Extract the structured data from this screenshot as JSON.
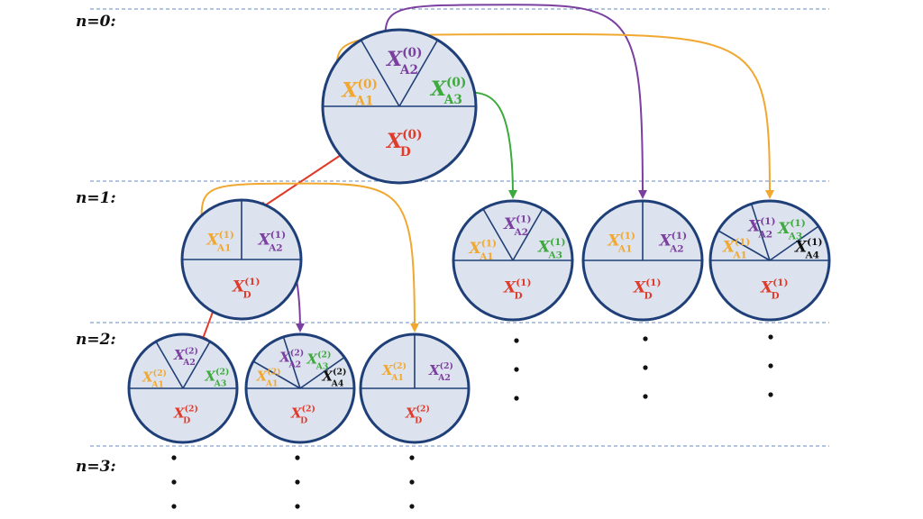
{
  "levels": [
    {
      "label": "n=0:"
    },
    {
      "label": "n=1:"
    },
    {
      "label": "n=2:"
    },
    {
      "label": "n=3:"
    }
  ],
  "colors": {
    "A1": "#f0a830",
    "A2": "#7b3fa0",
    "A3": "#3caa3c",
    "A4": "#111111",
    "D": "#e03a2a",
    "node_border": "#1f3f78",
    "node_fill": "#dde3ee",
    "level_line": "#6a8bc4"
  },
  "nodes": [
    {
      "id": "n0_root",
      "sectors": [
        {
          "base": "X",
          "sub": "A1",
          "sup": "(0)",
          "color": "A1"
        },
        {
          "base": "X",
          "sub": "A2",
          "sup": "(0)",
          "color": "A2"
        },
        {
          "base": "X",
          "sub": "A3",
          "sup": "(0)",
          "color": "A3"
        },
        {
          "base": "X",
          "sub": "D",
          "sup": "(0)",
          "color": "D"
        }
      ]
    },
    {
      "id": "n1_a",
      "sectors": [
        {
          "base": "X",
          "sub": "A1",
          "sup": "(1)",
          "color": "A1"
        },
        {
          "base": "X",
          "sub": "A2",
          "sup": "(1)",
          "color": "A2"
        },
        {
          "base": "X",
          "sub": "D",
          "sup": "(1)",
          "color": "D"
        }
      ]
    },
    {
      "id": "n1_b",
      "sectors": [
        {
          "base": "X",
          "sub": "A1",
          "sup": "(1)",
          "color": "A1"
        },
        {
          "base": "X",
          "sub": "A2",
          "sup": "(1)",
          "color": "A2"
        },
        {
          "base": "X",
          "sub": "A3",
          "sup": "(1)",
          "color": "A3"
        },
        {
          "base": "X",
          "sub": "D",
          "sup": "(1)",
          "color": "D"
        }
      ]
    },
    {
      "id": "n1_c",
      "sectors": [
        {
          "base": "X",
          "sub": "A1",
          "sup": "(1)",
          "color": "A1"
        },
        {
          "base": "X",
          "sub": "A2",
          "sup": "(1)",
          "color": "A2"
        },
        {
          "base": "X",
          "sub": "D",
          "sup": "(1)",
          "color": "D"
        }
      ]
    },
    {
      "id": "n1_d",
      "sectors": [
        {
          "base": "X",
          "sub": "A1",
          "sup": "(1)",
          "color": "A1"
        },
        {
          "base": "X",
          "sub": "A2",
          "sup": "(1)",
          "color": "A2"
        },
        {
          "base": "X",
          "sub": "A3",
          "sup": "(1)",
          "color": "A3"
        },
        {
          "base": "X",
          "sub": "A4",
          "sup": "(1)",
          "color": "A4"
        },
        {
          "base": "X",
          "sub": "D",
          "sup": "(1)",
          "color": "D"
        }
      ]
    },
    {
      "id": "n2_a",
      "sectors": [
        {
          "base": "X",
          "sub": "A1",
          "sup": "(2)",
          "color": "A1"
        },
        {
          "base": "X",
          "sub": "A2",
          "sup": "(2)",
          "color": "A2"
        },
        {
          "base": "X",
          "sub": "A3",
          "sup": "(2)",
          "color": "A3"
        },
        {
          "base": "X",
          "sub": "D",
          "sup": "(2)",
          "color": "D"
        }
      ]
    },
    {
      "id": "n2_b",
      "sectors": [
        {
          "base": "X",
          "sub": "A1",
          "sup": "(2)",
          "color": "A1"
        },
        {
          "base": "X",
          "sub": "A2",
          "sup": "(2)",
          "color": "A2"
        },
        {
          "base": "X",
          "sub": "A3",
          "sup": "(2)",
          "color": "A3"
        },
        {
          "base": "X",
          "sub": "A4",
          "sup": "(2)",
          "color": "A4"
        },
        {
          "base": "X",
          "sub": "D",
          "sup": "(2)",
          "color": "D"
        }
      ]
    },
    {
      "id": "n2_c",
      "sectors": [
        {
          "base": "X",
          "sub": "A1",
          "sup": "(2)",
          "color": "A1"
        },
        {
          "base": "X",
          "sub": "A2",
          "sup": "(2)",
          "color": "A2"
        },
        {
          "base": "X",
          "sub": "D",
          "sup": "(2)",
          "color": "D"
        }
      ]
    }
  ],
  "edges": [
    {
      "from": "n0_root.D",
      "to": "n1_a",
      "color": "D"
    },
    {
      "from": "n0_root.A3",
      "to": "n1_b",
      "color": "A3"
    },
    {
      "from": "n0_root.A2",
      "to": "n1_c",
      "color": "A2"
    },
    {
      "from": "n0_root.A1",
      "to": "n1_d",
      "color": "A1"
    },
    {
      "from": "n1_a.D",
      "to": "n2_a",
      "color": "D"
    },
    {
      "from": "n1_a.A2",
      "to": "n2_b",
      "color": "A2"
    },
    {
      "from": "n1_a.A1",
      "to": "n2_c",
      "color": "A1"
    }
  ],
  "continuation_marker": "⋮"
}
